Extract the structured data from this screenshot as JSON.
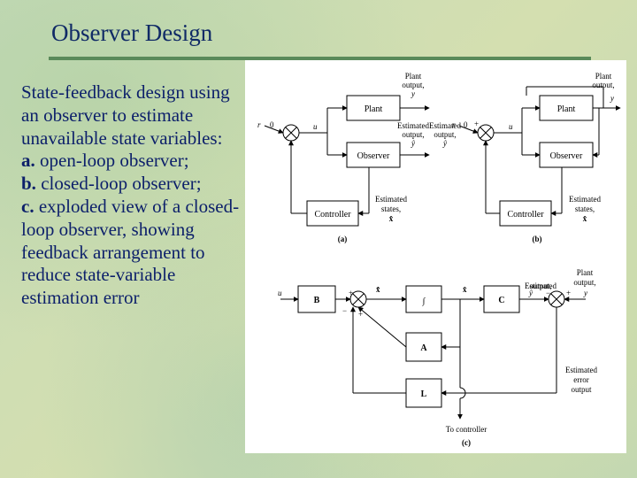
{
  "slide": {
    "title": "Observer Design",
    "text": {
      "intro": "State-feedback design using an observer to estimate unavailable state variables:",
      "a_marker": "a.",
      "a_text": " open-loop observer;",
      "b_marker": "b.",
      "b_text": " closed-loop observer;",
      "c_marker": "c.",
      "c_text": " exploded view of a closed-loop observer, showing feedback arrangement to reduce state-variable estimation error"
    }
  },
  "colors": {
    "title": "#102a66",
    "body": "#0c1f6a",
    "rule": "#5a8a5a"
  },
  "diagram": {
    "panel_a": {
      "caption": "(a)",
      "r": "r",
      "zero": "0",
      "u": "u",
      "plant": "Plant",
      "observer": "Observer",
      "controller": "Controller",
      "plant_output": [
        "Plant",
        "output,",
        "y"
      ],
      "estimated_output": [
        "Estimated",
        "output,",
        "ŷ"
      ],
      "estimated_states": [
        "Estimated",
        "states,",
        "x̂"
      ]
    },
    "panel_b": {
      "caption": "(b)",
      "r": "r",
      "zero": "0",
      "plus": "+",
      "u": "u",
      "plant": "Plant",
      "observer": "Observer",
      "controller": "Controller",
      "plant_output": [
        "Plant",
        "output,",
        "y"
      ],
      "estimated_output": [
        "Estimated",
        "output,",
        "ŷ"
      ],
      "estimated_states": [
        "Estimated",
        "states,",
        "x̂"
      ]
    },
    "panel_c": {
      "caption": "(c)",
      "u": "u",
      "B": "B",
      "integrator": "∫",
      "C": "C",
      "A": "A",
      "L": "L",
      "xhat_dot": "x̂̇",
      "xhat": "x̂",
      "yhat": "ŷ",
      "y": "y",
      "plus": "+",
      "minus": "−",
      "estimated_output": [
        "Estimated",
        "output,"
      ],
      "plant_output": [
        "Plant",
        "output,"
      ],
      "estimated_error": [
        "Estimated",
        "error",
        "output"
      ],
      "to_controller": "To controller"
    }
  }
}
